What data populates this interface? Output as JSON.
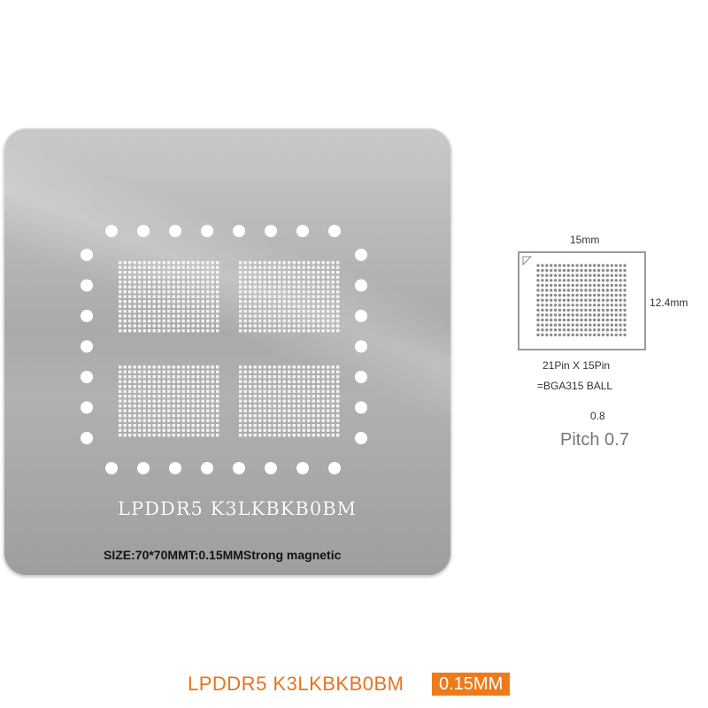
{
  "stencil": {
    "title": "LPDDR5  K3LKBKB0BM",
    "spec": "SIZE:70*70MMT:0.15MMStrong magnetic"
  },
  "diagram": {
    "width_label": "15mm",
    "height_label": "12.4mm",
    "pin_label": "21Pin X 15Pin",
    "ball_label": "=BGA315 BALL",
    "pitch_alt": "0.8",
    "pitch_label": "Pitch 0.7"
  },
  "footer": {
    "title": "LPDDR5 K3LKBKB0BM",
    "badge": "0.15MM"
  },
  "colors": {
    "accent": "#ef7a1a",
    "stencil_metal": "#b4b4b4"
  }
}
